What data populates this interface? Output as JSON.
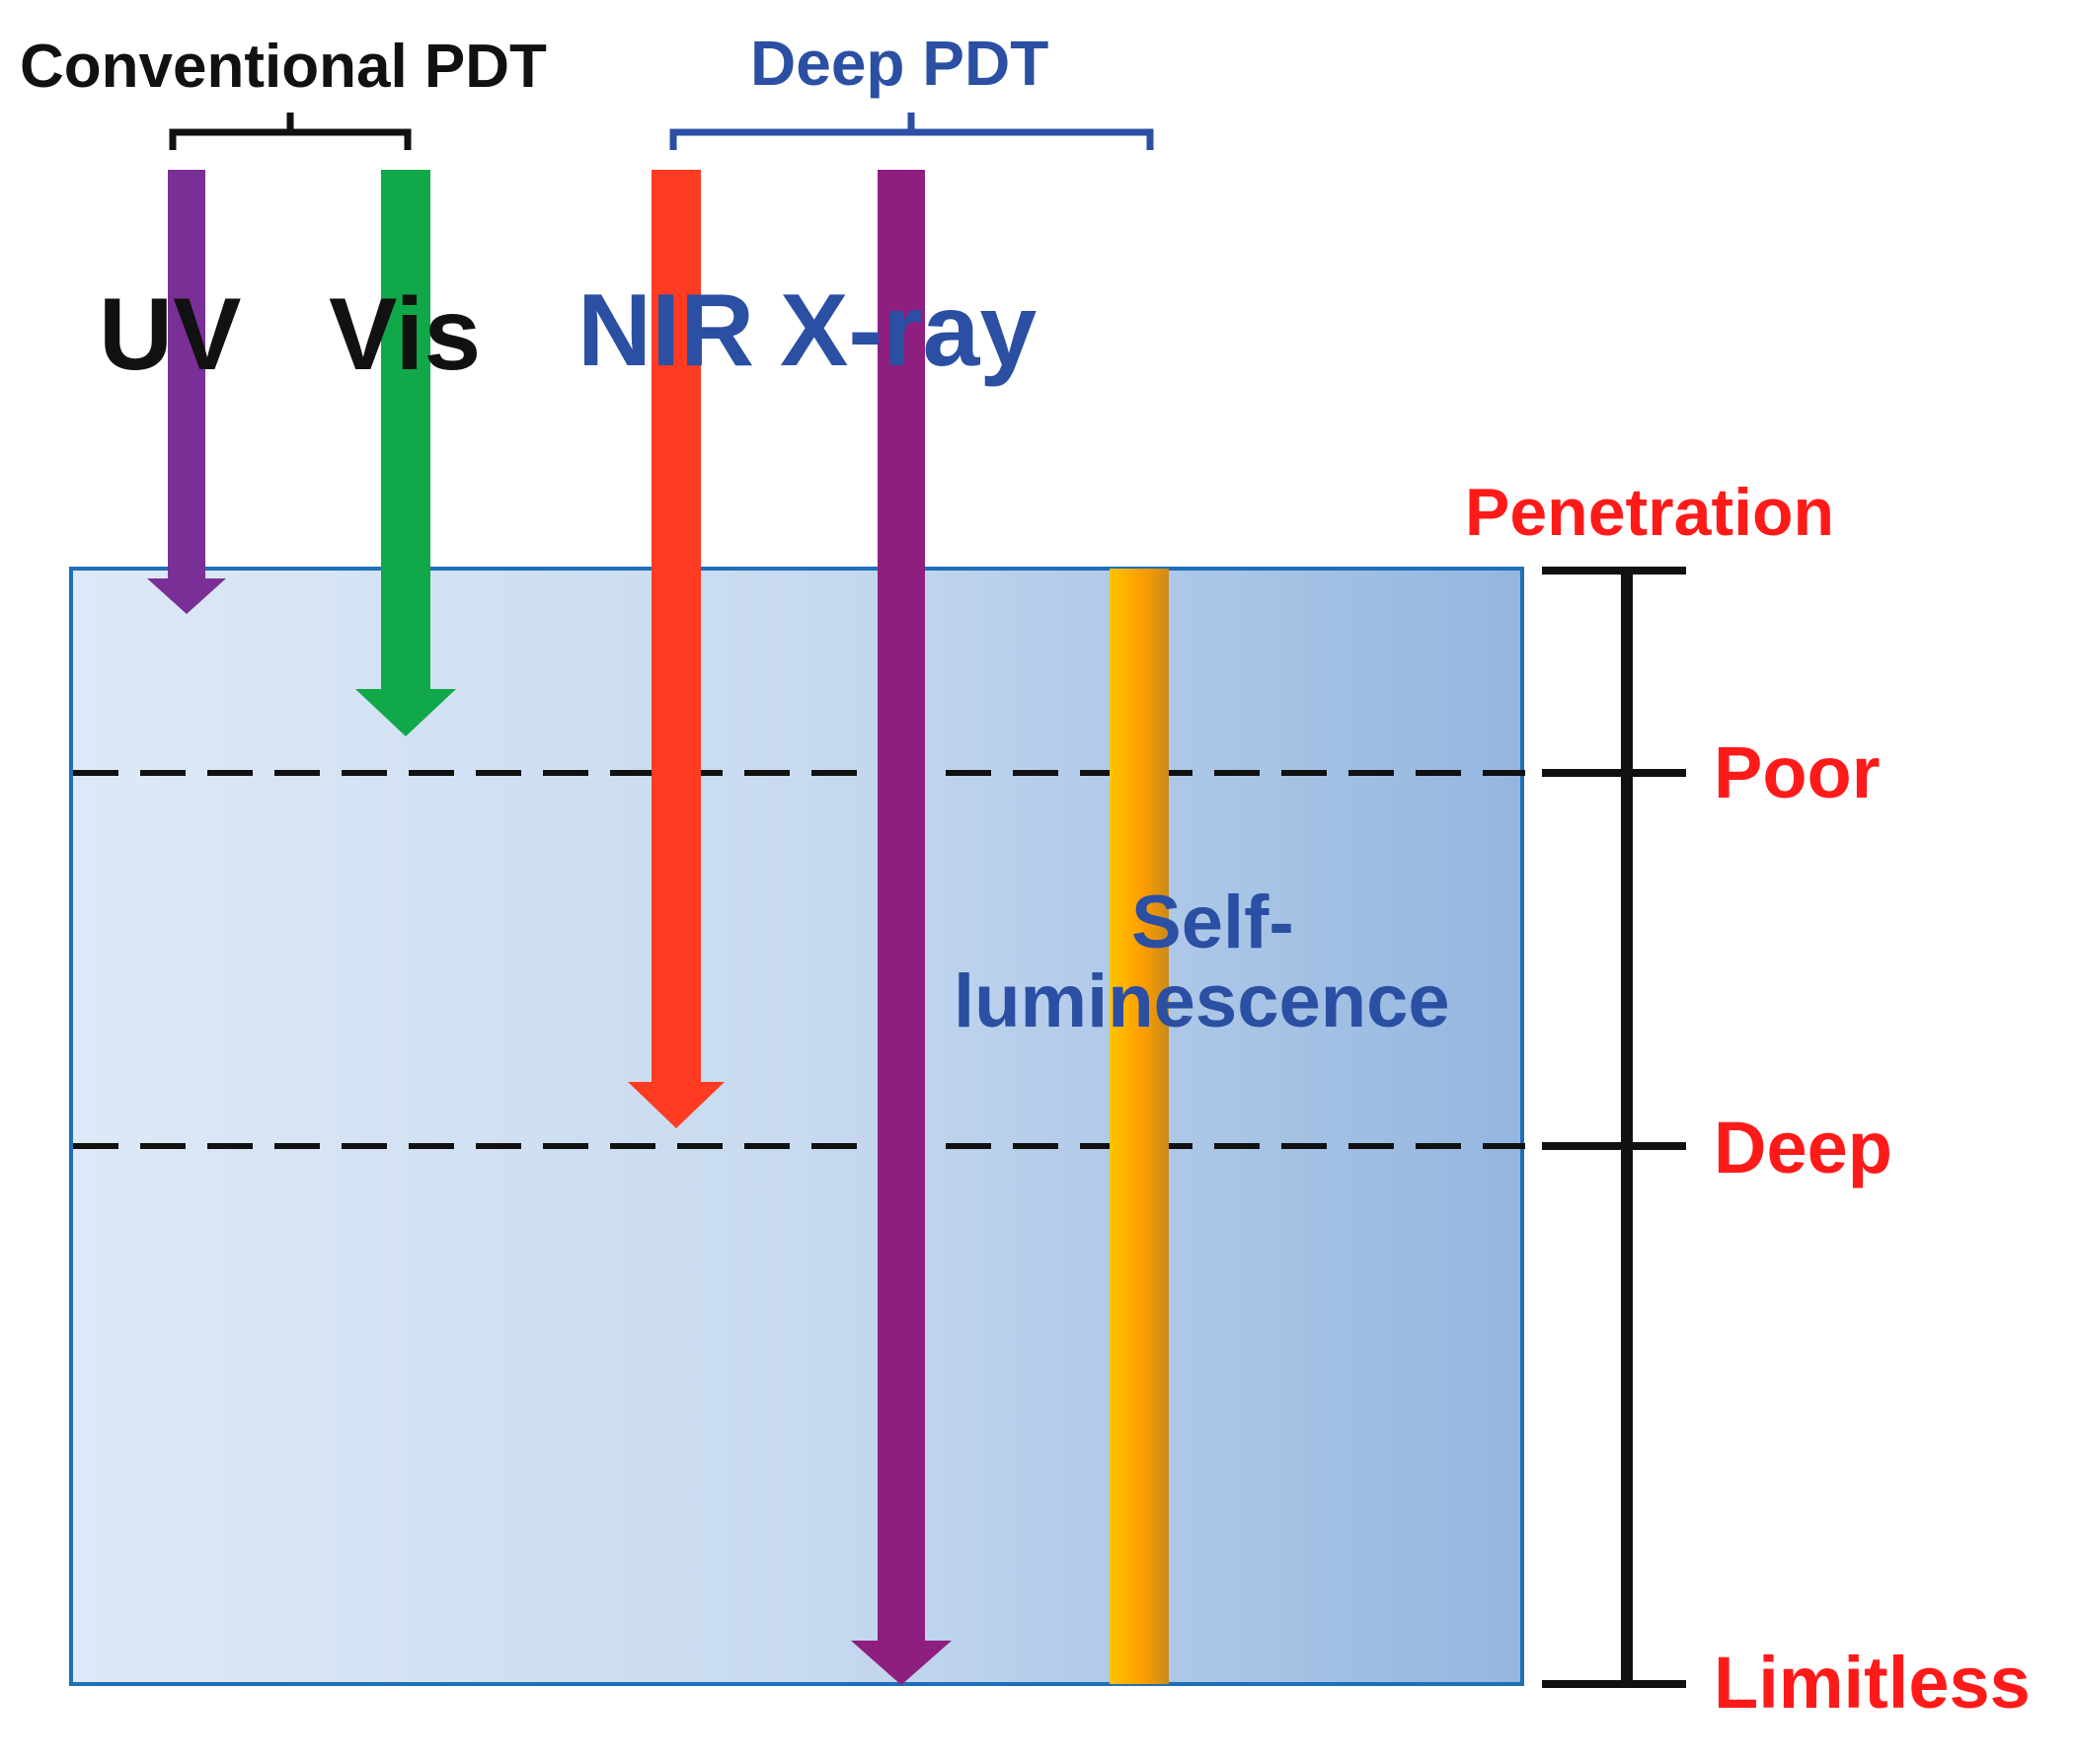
{
  "groups": {
    "conventional": {
      "label": "Conventional PDT",
      "color": "#111111"
    },
    "deep": {
      "label": "Deep PDT",
      "color": "#2a4fa3"
    }
  },
  "sources": {
    "uv": {
      "label": "UV",
      "color": "#7a2f96",
      "text_color": "#111111"
    },
    "vis": {
      "label": "Vis",
      "color": "#11a84a",
      "text_color": "#111111"
    },
    "nir": {
      "label": "NIR",
      "color": "#ff3b22",
      "text_color": "#2a4fa3"
    },
    "xray": {
      "label": "X-ray",
      "color": "#8e1f7f",
      "text_color": "#2a4fa3"
    },
    "self_lum": {
      "label_line1": "Self-",
      "label_line2": "luminescence",
      "colors": [
        "#ffc400",
        "#ff9d00",
        "#c98a1c"
      ],
      "text_color": "#2a4fa3"
    }
  },
  "scale": {
    "title": "Penetration",
    "levels": [
      "Poor",
      "Deep",
      "Limitless"
    ],
    "color": "#ff1a1a"
  },
  "tissue": {
    "gradient": [
      "#dde9f6",
      "#c8daf0",
      "#94b6df"
    ],
    "border": "#1f6fb6"
  }
}
